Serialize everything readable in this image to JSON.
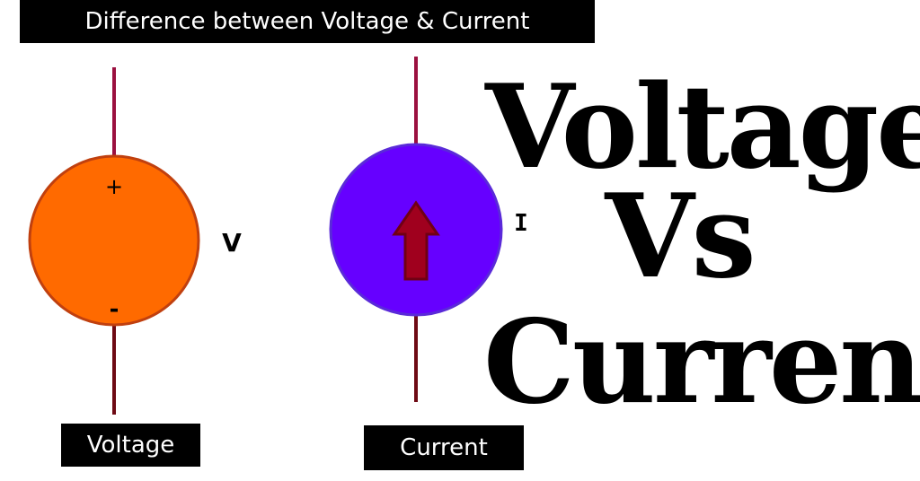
{
  "title": "Difference between Voltage & Current",
  "voltage_source": {
    "label": "Voltage",
    "symbol": "V",
    "plus": "+",
    "minus": "-",
    "fill": "#ff6a00",
    "stroke": "#c0400f"
  },
  "current_source": {
    "label": "Current",
    "symbol": "I",
    "fill": "#6600ff",
    "stroke": "#5a2ad8",
    "arrow_color": "#a0001e",
    "arrow_direction": "up"
  },
  "wire_color": "#9b1040",
  "headline": {
    "line1": "Voltage",
    "line2": "Vs",
    "line3": "Current"
  }
}
